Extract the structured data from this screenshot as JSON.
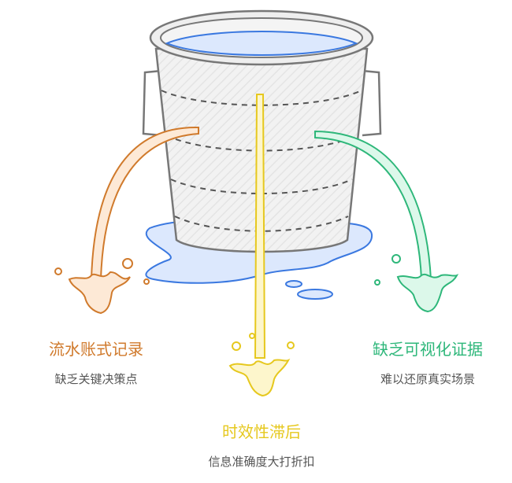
{
  "colors": {
    "orange": "#d07a2c",
    "yellow": "#e6c81e",
    "green": "#2eb77a",
    "blue": "#3a78e0",
    "gray": "#6f6f6f",
    "subtext": "#555555"
  },
  "items": [
    {
      "title": "流水账式记录",
      "subtitle": "缺乏关键决策点",
      "color": "#d07a2c"
    },
    {
      "title": "时效性滞后",
      "subtitle": "信息准确度大打折扣",
      "color": "#e6c81e"
    },
    {
      "title": "缺乏可视化证据",
      "subtitle": "难以还原真实场景",
      "color": "#2eb77a"
    }
  ]
}
